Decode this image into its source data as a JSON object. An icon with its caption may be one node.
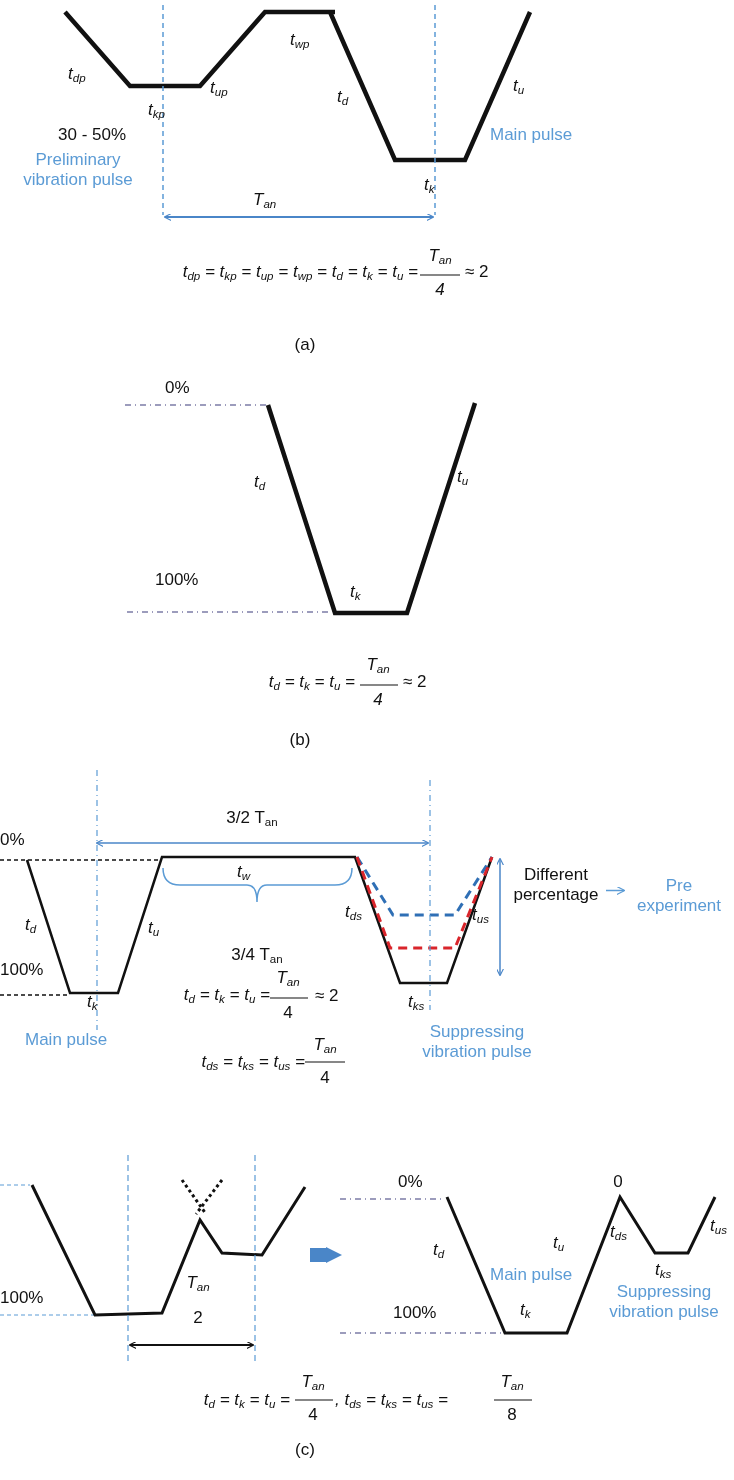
{
  "diagram": {
    "nodes": [
      {
        "text": [
          "Different percentage"
        ]
      },
      {
        "text": [
          "Pre experiment"
        ]
      },
      {
        "text": [],
        "shape": "picture"
      },
      {
        "text": [],
        "shape": "picture"
      }
    ],
    "edges": [
      {
        "from": 0,
        "to": 1,
        "arrow": "to",
        "color": "#5b9bd5"
      },
      {
        "from": 2,
        "to": 3,
        "arrow": "to",
        "style": "thick",
        "color": "#4a86c8"
      }
    ],
    "labels": [
      "t$_{wp}$",
      "t$_{dp}$",
      "t$_{up}$",
      "t$_{d}$",
      "t$_{u}$",
      "t$_{kp}$",
      "30 - 50%",
      "Main pulse",
      "Preliminary vibration pulse",
      "t$_{k}$",
      "T$_{an}$",
      "t$_{dp}$ = t$_{kp}$ = t$_{up}$ = t$_{wp}$ = t$_{d}$ = t$_{k}$ = t$_{u}$ =",
      "T$_{an}$",
      "4",
      "≈ 2",
      "(a)",
      "0%",
      "t$_{d}$",
      "t$_{u}$",
      "100%",
      "t$_{k}$",
      "t$_{d}$ = t$_{k}$ = t$_{u}$ =",
      "T$_{an}$",
      "4",
      "≈ 2",
      "(b)",
      "3/2 T$_{an}$",
      "0%",
      "t$_{w}$",
      "t$_{ds}$",
      "t$_{d}$",
      "t$_{u}$",
      "t$_{us}$",
      "3/4 T$_{an}$",
      "100%",
      "t$_{d}$ = t$_{k}$ = t$_{u}$ =",
      "T$_{an}$",
      "4",
      "≈ 2",
      "t$_{k}$",
      "t$_{ks}$",
      "Main pulse",
      "Suppressing vibration pulse",
      "t$_{ds}$ = t$_{ks}$ = t$_{us}$ =",
      "T$_{an}$",
      "4",
      "100%",
      "T$_{an}$",
      "2",
      "0%",
      "0",
      "t$_{d}$",
      "t$_{u}$",
      "t$_{ds}$",
      "t$_{us}$",
      "Main pulse",
      "t$_{ks}$",
      "Suppressing vibration pulse",
      "100%",
      "t$_{k}$",
      "t$_{d}$ = t$_{k}$ = t$_{u}$ =",
      "T$_{an}$",
      "4",
      ", t$_{ds}$ = t$_{ks}$ = t$_{us}$ =",
      "T$_{an}$",
      "8",
      "(c)"
    ]
  }
}
